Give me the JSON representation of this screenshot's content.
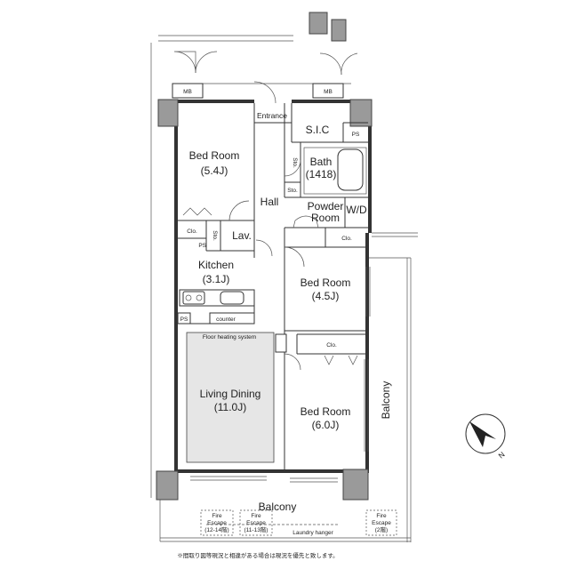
{
  "rooms": {
    "bedroom1_name": "Bed Room",
    "bedroom1_size": "(5.4J)",
    "bedroom2_name": "Bed Room",
    "bedroom2_size": "(4.5J)",
    "bedroom3_name": "Bed Room",
    "bedroom3_size": "(6.0J)",
    "kitchen_name": "Kitchen",
    "kitchen_size": "(3.1J)",
    "living_name": "Living Dining",
    "living_size": "(11.0J)",
    "bath_name": "Bath",
    "bath_size": "(1418)",
    "powder_line1": "Powder",
    "powder_line2": "Room",
    "hall": "Hall",
    "entrance": "Entrance",
    "sic": "S.I.C",
    "wd": "W/D",
    "lav": "Lav."
  },
  "labels": {
    "mb_left": "MB",
    "mb_right": "MB",
    "ps_top": "PS",
    "ps_mid": "PS",
    "ps_bottom": "PS",
    "sto1": "Sto.",
    "sto2": "Sto.",
    "sto3": "Sto.",
    "clo1": "Clo.",
    "clo2": "Clo.",
    "clo3": "Clo.",
    "counter": "counter",
    "floor_heating": "Floor heating system",
    "balcony_side": "Balcony",
    "balcony_bottom": "Balcony",
    "fire_escape_a_1": "Fire",
    "fire_escape_a_2": "Escape",
    "fire_escape_a_3": "(12-14階)",
    "fire_escape_b_1": "Fire",
    "fire_escape_b_2": "Escape",
    "fire_escape_b_3": "(11-13階)",
    "fire_escape_c_1": "Fire",
    "fire_escape_c_2": "Escape",
    "fire_escape_c_3": "(2階)",
    "laundry": "Laundry hanger",
    "disclaimer": "※間取り図等現況と相違がある場合は現況を優先と致します。",
    "compass_letter": "N"
  }
}
